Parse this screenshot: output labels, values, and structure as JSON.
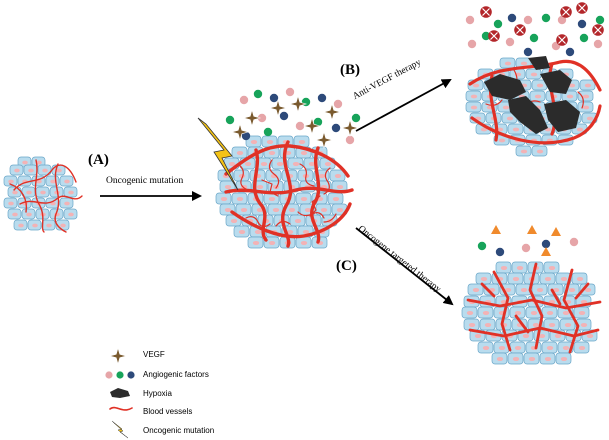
{
  "steps": {
    "a": "(A)",
    "b": "(B)",
    "c": "(C)"
  },
  "arrows": {
    "oncogenic": "Oncogenic mutation",
    "anti_vegf": "Anti-VEGF therapy",
    "oncogene_targeted": "Oncogene targeted therapy"
  },
  "legend": [
    {
      "key": "vegf",
      "label": "VEGF"
    },
    {
      "key": "angiogenic",
      "label": "Angiogenic factors"
    },
    {
      "key": "hypoxia",
      "label": "Hypoxia"
    },
    {
      "key": "vessels",
      "label": "Blood vessels"
    },
    {
      "key": "mutation",
      "label": "Oncogenic mutation"
    }
  ],
  "colors": {
    "cell_fill": "#b9dcee",
    "cell_stroke": "#6aa6c8",
    "nucleus": "#f2b3b6",
    "vessel": "#e03126",
    "hypoxia": "#2b2b2b",
    "factor_pink": "#e6a5a8",
    "factor_green": "#17a35a",
    "factor_navy": "#2d4a7a",
    "inhibitor": "#b3262a",
    "triangle": "#f08a2c",
    "vegf_star": "#7a5a2e",
    "bolt": "#f4c316"
  }
}
